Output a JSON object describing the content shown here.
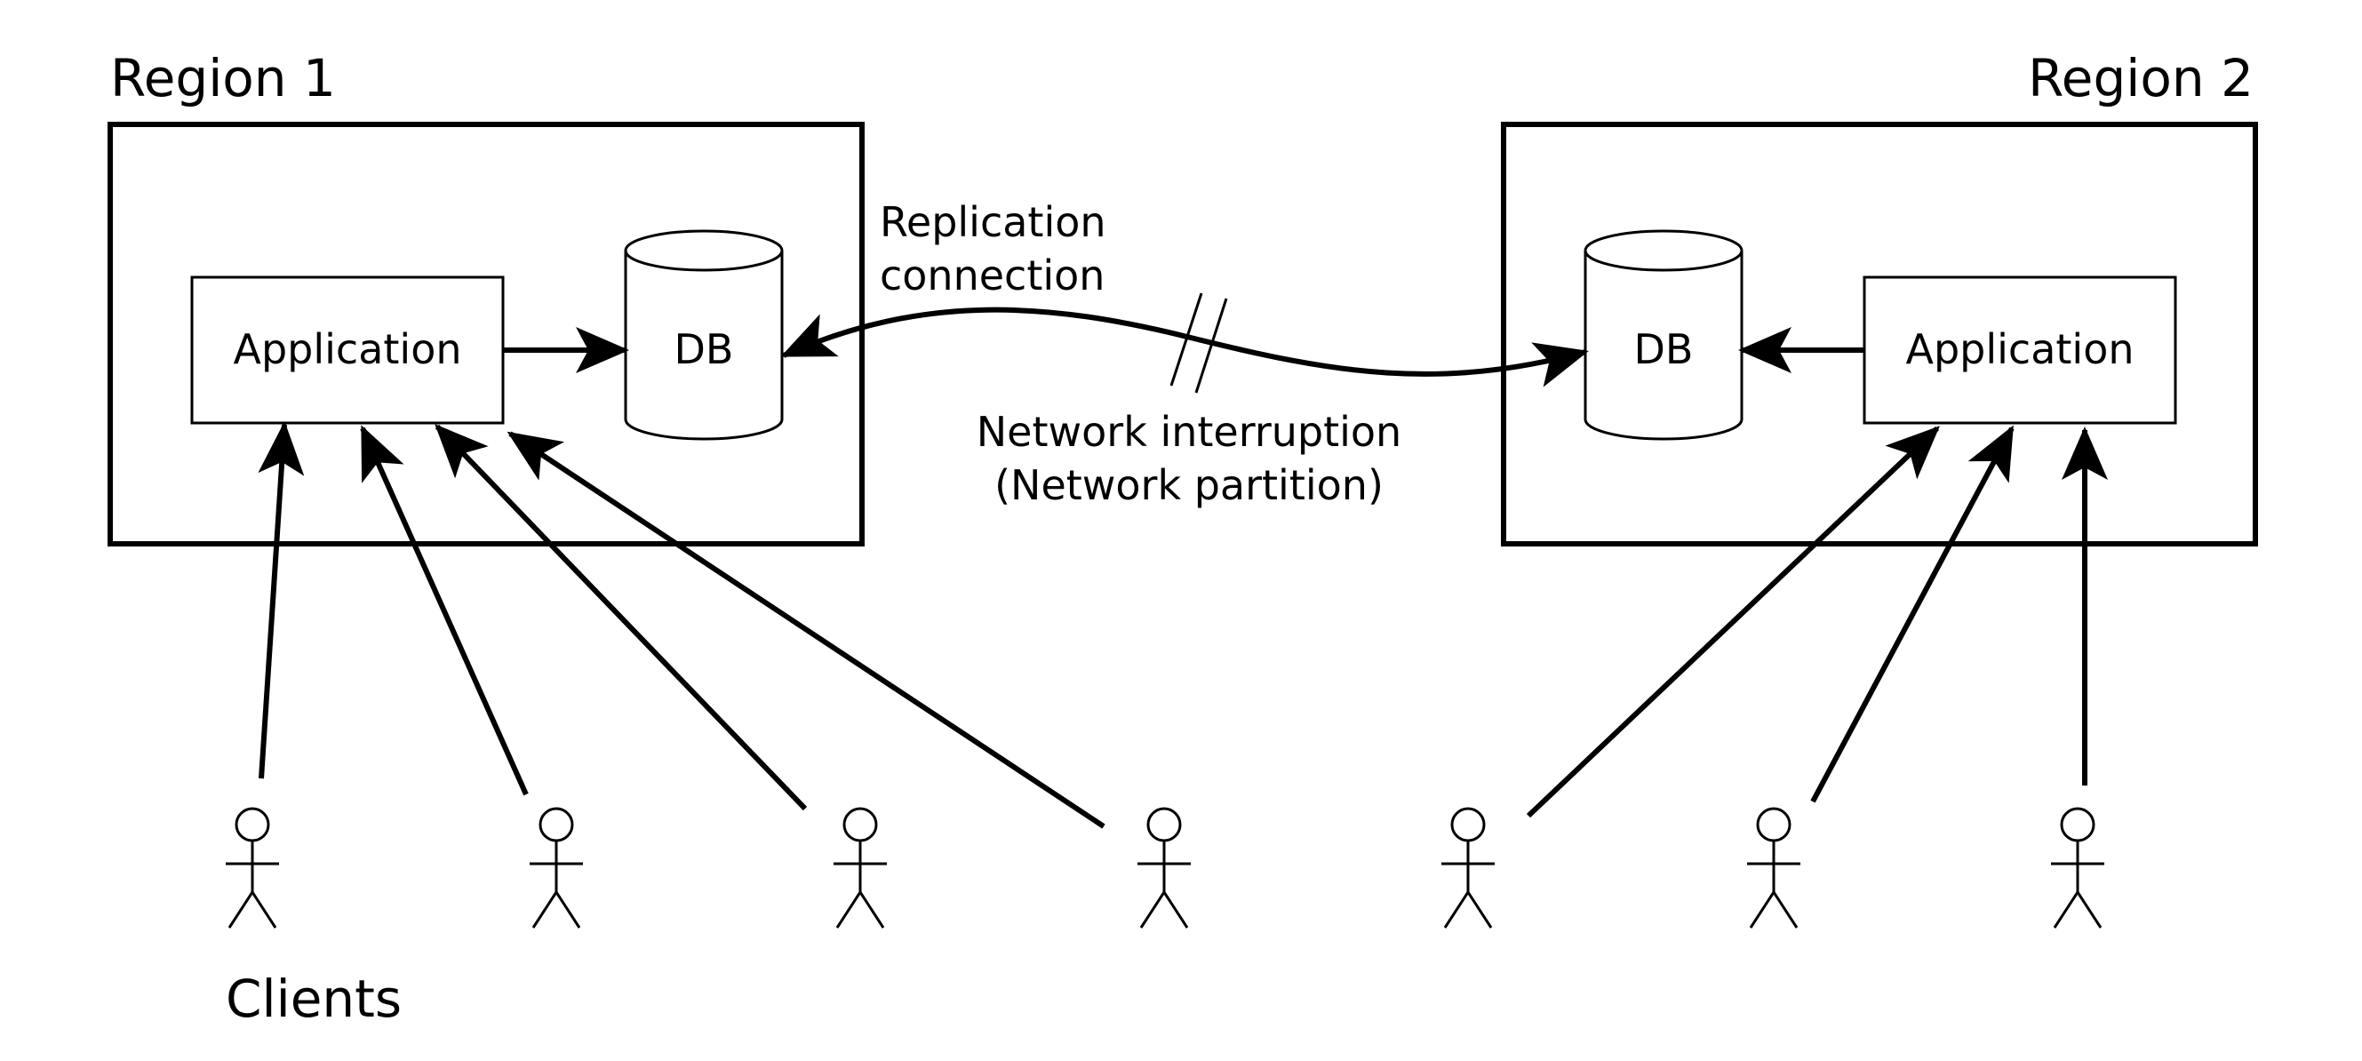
{
  "regions": [
    {
      "label": "Region 1",
      "app_label": "Application",
      "db_label": "DB"
    },
    {
      "label": "Region 2",
      "app_label": "Application",
      "db_label": "DB"
    }
  ],
  "replication": {
    "label_line1": "Replication",
    "label_line2": "connection",
    "interruption_line1": "Network interruption",
    "interruption_line2": "(Network partition)"
  },
  "clients": {
    "label": "Clients",
    "region1_count": 4,
    "region2_count": 3
  }
}
